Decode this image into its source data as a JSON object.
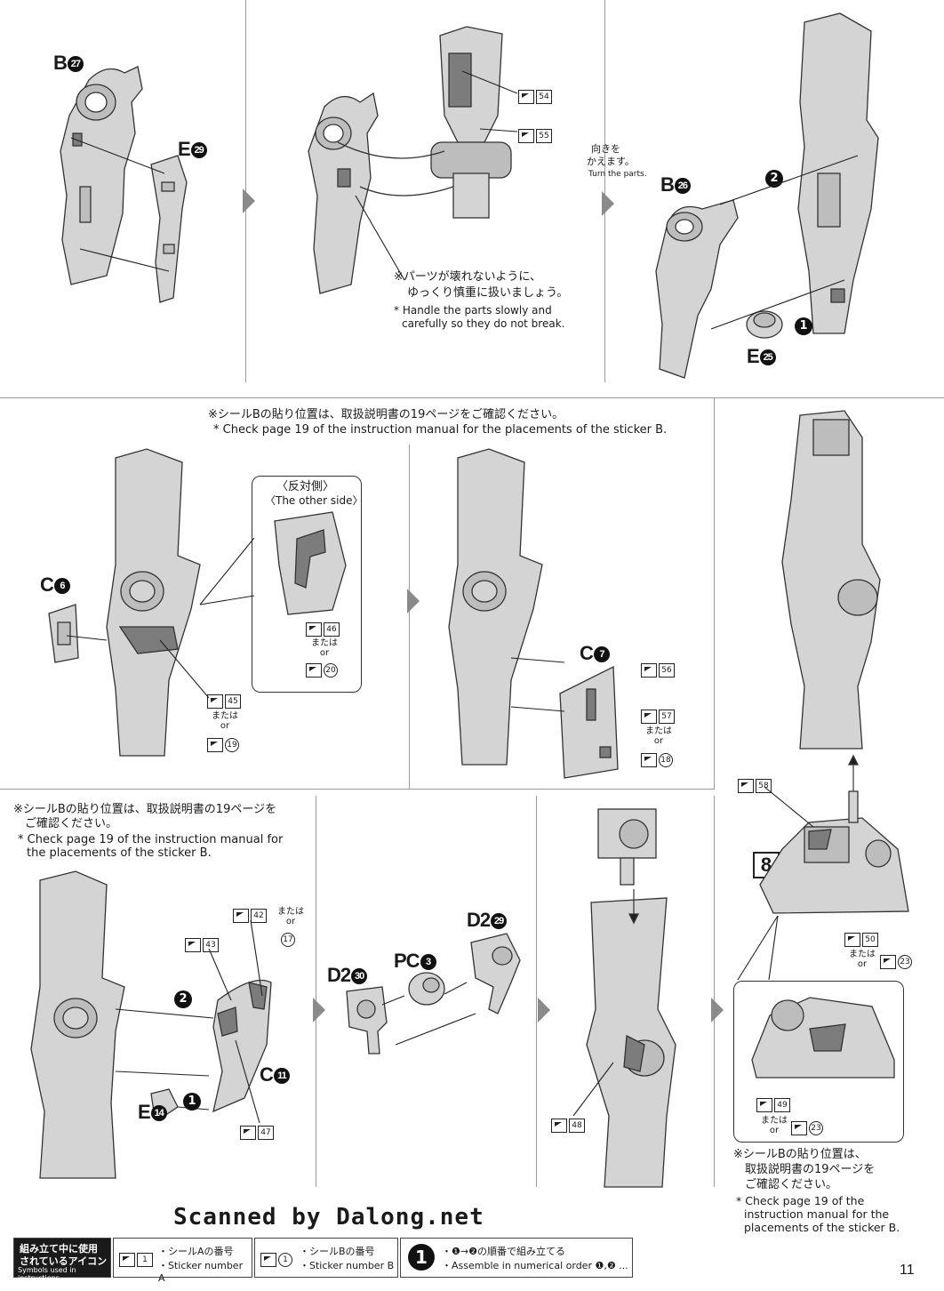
{
  "panel1": {
    "part_b": "B",
    "part_b_num": "27",
    "part_e": "E",
    "part_e_num": "29"
  },
  "panel2": {
    "stickers": [
      "54",
      "55"
    ],
    "note_jp_1": "※パーツが壊れないように、",
    "note_jp_2": "ゆっくり慎重に扱いましょう。",
    "note_en_1": "* Handle the parts slowly and",
    "note_en_2": "carefully so they do not break."
  },
  "panel3": {
    "turn_jp_1": "向きを",
    "turn_jp_2": "かえます。",
    "turn_en": "Turn the parts.",
    "part_b": "B",
    "part_b_num": "26",
    "part_e": "E",
    "part_e_num": "25",
    "step_1": "1",
    "step_2": "2"
  },
  "row2": {
    "note_jp": "※シールBの貼り位置は、取扱説明書の19ページをご確認ください。",
    "note_en": "* Check page 19 of the instruction manual for the placements of the sticker B.",
    "part_c6": "C",
    "part_c6_num": "6",
    "other_side_jp": "〈反対側〉",
    "other_side_en": "〈The other side〉",
    "sticker_46": "46",
    "or_jp": "または",
    "or_en": "or",
    "sticker_20": "20",
    "sticker_45": "45",
    "sticker_19": "19",
    "part_c7": "C",
    "part_c7_num": "7",
    "sticker_56": "56",
    "sticker_57": "57",
    "sticker_18": "18"
  },
  "row3": {
    "note_jp_1": "※シールBの貼り位置は、取扱説明書の19ページを",
    "note_jp_2": "ご確認ください。",
    "note_en_1": "* Check page 19 of the instruction manual for",
    "note_en_2": "the placements of the sticker B.",
    "sticker_42": "42",
    "sticker_17": "17",
    "sticker_43": "43",
    "sticker_47": "47",
    "part_c11": "C",
    "part_c11_num": "11",
    "part_e14": "E",
    "part_e14_num": "14",
    "step_1": "1",
    "step_2": "2",
    "part_d2_30": "D2",
    "part_d2_30_num": "30",
    "part_pc3": "PC",
    "part_pc3_num": "3",
    "part_d2_29": "D2",
    "part_d2_29_num": "29",
    "sticker_48": "48"
  },
  "step8": {
    "number": "8",
    "sticker_58": "58",
    "sticker_50": "50",
    "sticker_23": "23",
    "sticker_49": "49",
    "note_jp_1": "※シールBの貼り位置は、",
    "note_jp_2": "取扱説明書の19ページを",
    "note_jp_3": "ご確認ください。",
    "note_en_1": "* Check page 19 of the",
    "note_en_2": "instruction manual for the",
    "note_en_3": "placements of the sticker B."
  },
  "scan_credit": "Scanned by Dalong.net",
  "footer": {
    "title_jp_1": "組み立て中に使用",
    "title_jp_2": "されているアイコン",
    "title_en": "Symbols used in instructions",
    "a_num": "1",
    "a_jp": "・シールAの番号",
    "a_en": "・Sticker number A",
    "b_num": "1",
    "b_jp": "・シールBの番号",
    "b_en": "・Sticker number B",
    "order_icon": "1",
    "order_jp": "・❶→❷の順番で組み立てる",
    "order_en": "・Assemble in numerical order ❶,❷ ..."
  },
  "page_number": "11"
}
